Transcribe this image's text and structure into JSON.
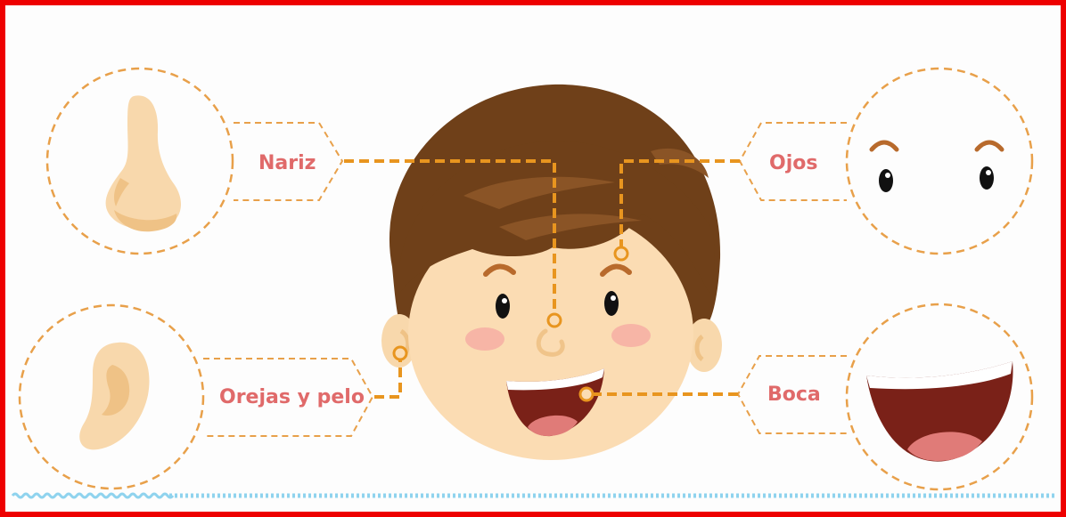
{
  "labels": {
    "nose": "Nariz",
    "eyes": "Ojos",
    "ears_hair": "Orejas y pelo",
    "mouth": "Boca"
  },
  "colors": {
    "frame": "#ee0000",
    "label_text": "#e06a6a",
    "dashed_line": "#e8951f",
    "hair": "#6f4019",
    "skin": "#fbdcb3",
    "mouth": "#7a2118",
    "tongue": "#e07b78",
    "cheek": "#f7b5a6",
    "water": "#8fd3ee"
  }
}
